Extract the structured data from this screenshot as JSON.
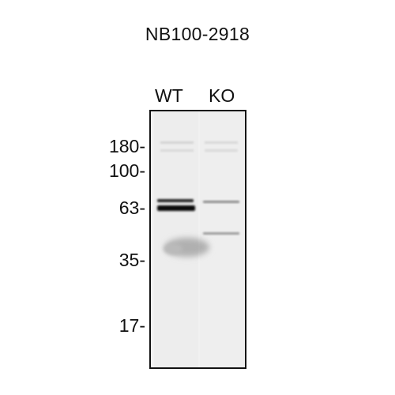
{
  "title": "NB100-2918",
  "lanes": [
    "WT",
    "KO"
  ],
  "markers": [
    "180-",
    "100-",
    "63-",
    "35-",
    "17-"
  ]
}
